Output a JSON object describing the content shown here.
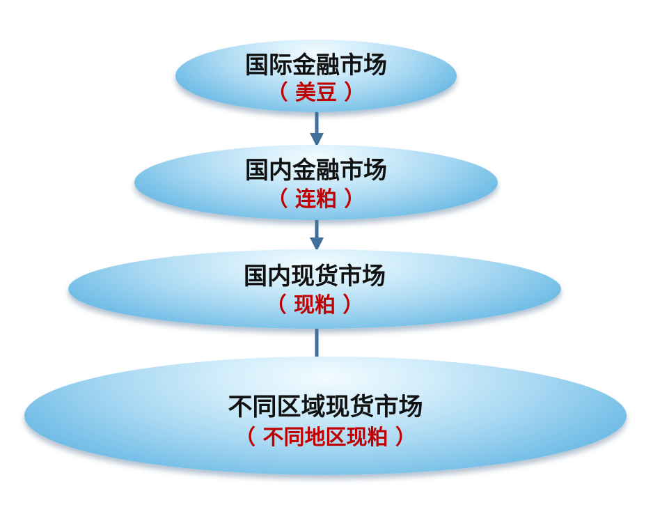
{
  "levels": [
    {
      "title": "国际金融市场",
      "sub": "（ 美豆 ）"
    },
    {
      "title": "国内金融市场",
      "sub": "（ 连粕 ）"
    },
    {
      "title": "国内现货市场",
      "sub": "（ 现粕 ）"
    },
    {
      "title": "不同区域现货市场",
      "sub": "（ 不同地区现粕 ）"
    }
  ],
  "colors": {
    "title": "#111111",
    "sub": "#c00000",
    "arrow": "#3f6f9a",
    "ellipse_light": "#f2fbff",
    "ellipse_dark": "#4aa6dc"
  }
}
